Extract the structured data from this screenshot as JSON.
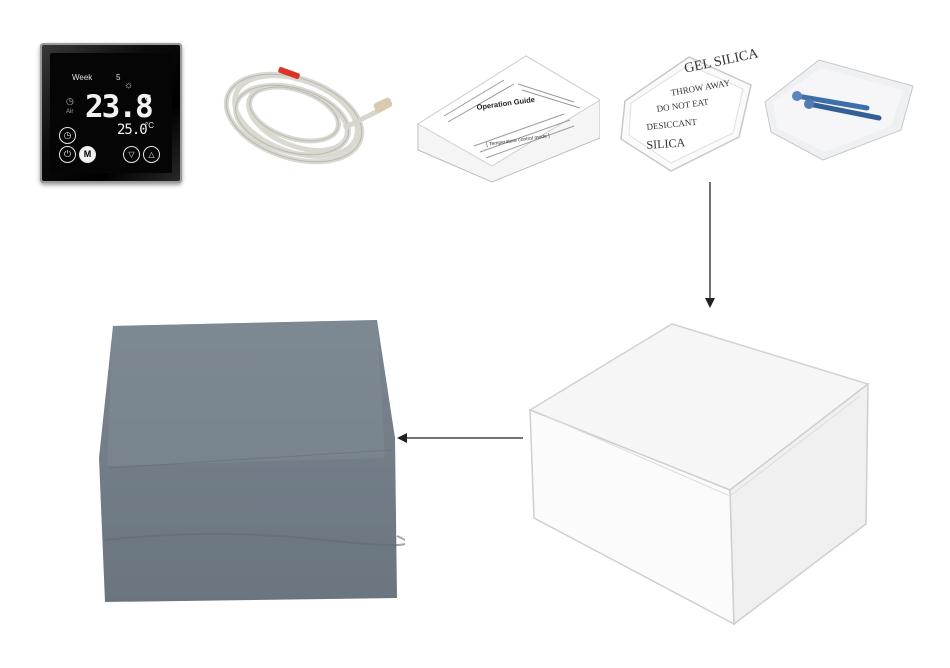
{
  "thermostat": {
    "week_label": "Week",
    "day": "5",
    "air_label": "Air",
    "set_temp": "23.8",
    "set_unit": "°C",
    "room_temp": "25.0",
    "room_unit": "°C",
    "mode_label": "M"
  },
  "manual": {
    "title": "Operation Guide",
    "subtitle": "[ Temperature control mode ]"
  },
  "desiccant": {
    "line1": "GEL SILICA",
    "line2": "THROW AWAY",
    "line3": "DO NOT EAT",
    "line4": "DESICCANT",
    "line5": "SILICA"
  },
  "colors": {
    "gray_box": "#6f7a85",
    "white_box": "#f4f4f4",
    "arrow": "#222222"
  }
}
